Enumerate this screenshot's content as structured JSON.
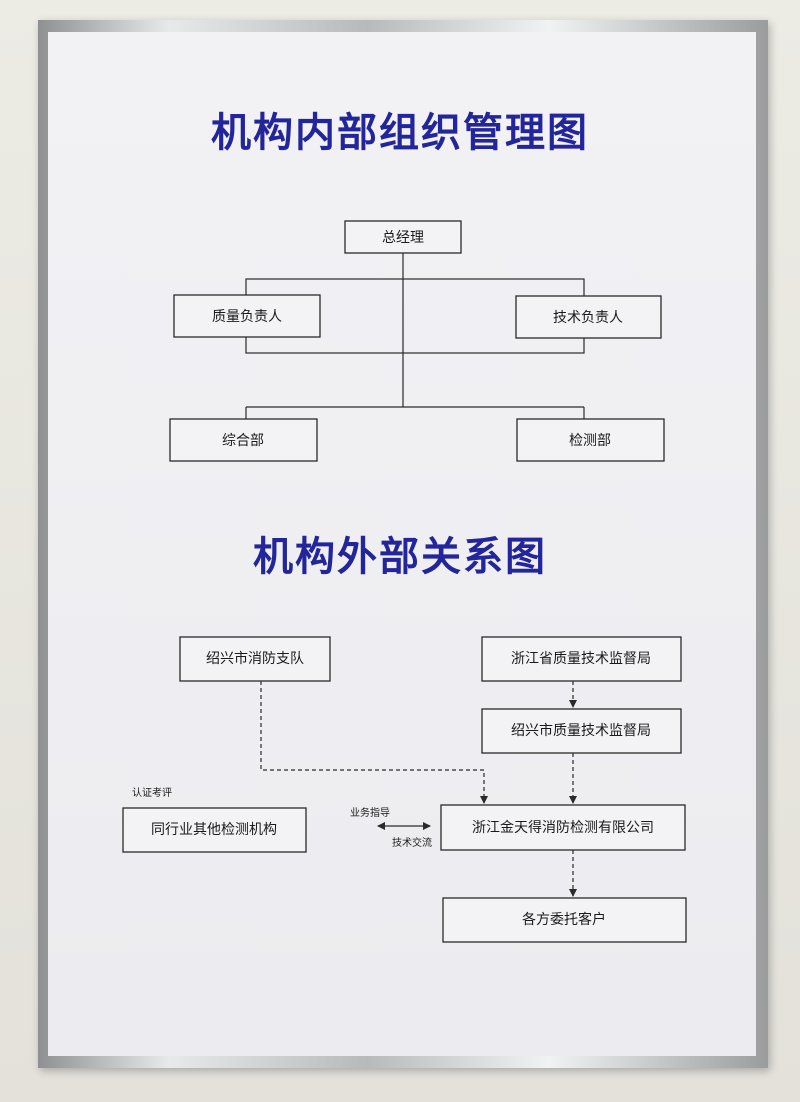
{
  "internal": {
    "title": "机构内部组织管理图",
    "general_manager": "总经理",
    "quality_head": "质量负责人",
    "technical_head": "技术负责人",
    "general_dept": "综合部",
    "testing_dept": "检测部"
  },
  "external": {
    "title": "机构外部关系图",
    "fire_brigade": "绍兴市消防支队",
    "provincial_bureau": "浙江省质量技术监督局",
    "city_bureau": "绍兴市质量技术监督局",
    "peer_institutions": "同行业其他检测机构",
    "company": "浙江金天得消防检测有限公司",
    "clients": "各方委托客户",
    "label_certification": "认证考评",
    "label_guidance": "业务指导",
    "label_exchange": "技术交流"
  },
  "colors": {
    "title_blue": "#23259a"
  }
}
